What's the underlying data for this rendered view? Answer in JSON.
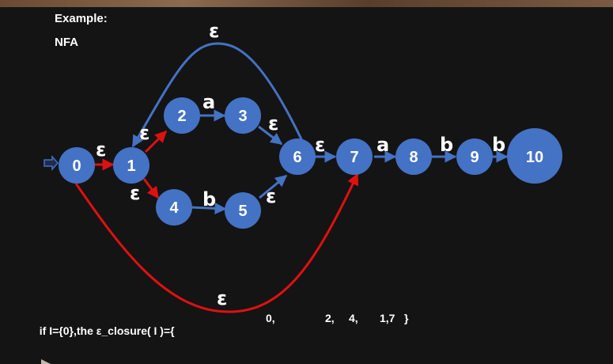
{
  "header": {
    "example_label": "Example:",
    "nfa_label": "NFA"
  },
  "colors": {
    "background": "#141414",
    "node_fill": "#4472c4",
    "edge_blue": "#4472c4",
    "edge_red": "#e01010",
    "text": "#ffffff"
  },
  "diagram": {
    "start_state": "0",
    "states": [
      {
        "id": "0",
        "label": "0"
      },
      {
        "id": "1",
        "label": "1"
      },
      {
        "id": "2",
        "label": "2"
      },
      {
        "id": "3",
        "label": "3"
      },
      {
        "id": "4",
        "label": "4"
      },
      {
        "id": "5",
        "label": "5"
      },
      {
        "id": "6",
        "label": "6"
      },
      {
        "id": "7",
        "label": "7"
      },
      {
        "id": "8",
        "label": "8"
      },
      {
        "id": "9",
        "label": "9"
      },
      {
        "id": "10",
        "label": "10"
      }
    ],
    "transitions": [
      {
        "from": "0",
        "to": "1",
        "symbol": "ε",
        "highlight": true
      },
      {
        "from": "1",
        "to": "2",
        "symbol": "ε",
        "highlight": true
      },
      {
        "from": "1",
        "to": "4",
        "symbol": "ε",
        "highlight": true
      },
      {
        "from": "2",
        "to": "3",
        "symbol": "a",
        "highlight": false
      },
      {
        "from": "4",
        "to": "5",
        "symbol": "b",
        "highlight": false
      },
      {
        "from": "3",
        "to": "6",
        "symbol": "ε",
        "highlight": false
      },
      {
        "from": "5",
        "to": "6",
        "symbol": "ε",
        "highlight": false
      },
      {
        "from": "6",
        "to": "1",
        "symbol": "ε",
        "highlight": false
      },
      {
        "from": "6",
        "to": "7",
        "symbol": "ε",
        "highlight": false
      },
      {
        "from": "0",
        "to": "7",
        "symbol": "ε",
        "highlight": true
      },
      {
        "from": "7",
        "to": "8",
        "symbol": "a",
        "highlight": false
      },
      {
        "from": "8",
        "to": "9",
        "symbol": "b",
        "highlight": false
      },
      {
        "from": "9",
        "to": "10",
        "symbol": "b",
        "highlight": false
      }
    ]
  },
  "closure": {
    "prefix": "if I={0},the ε_closure( I )={",
    "items": [
      "0,",
      "2,",
      "4,",
      "1,7",
      "}"
    ]
  }
}
